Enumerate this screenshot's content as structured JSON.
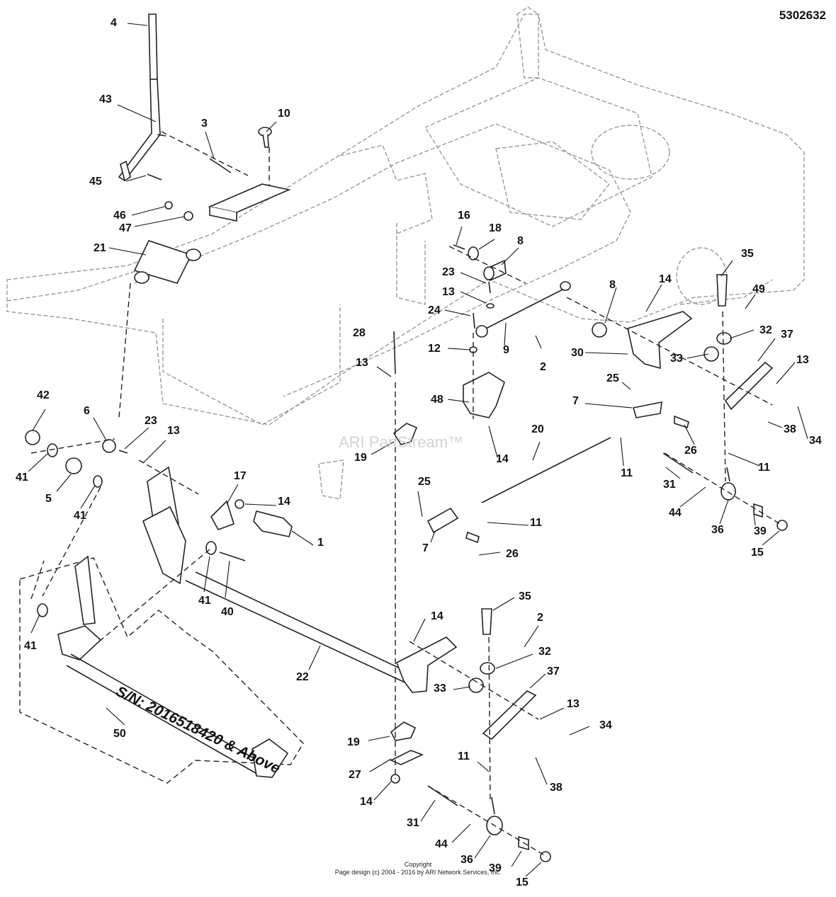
{
  "document_number": "5302632",
  "watermark": "ARI PartStream™",
  "footer": {
    "line1": "Copyright",
    "line2": "Page design (c) 2004 - 2016 by ARI Network Services, Inc."
  },
  "serial_note": "S/N: 2016518420 & Above",
  "callouts": [
    {
      "id": "c4",
      "text": "4"
    },
    {
      "id": "c43",
      "text": "43"
    },
    {
      "id": "c3",
      "text": "3"
    },
    {
      "id": "c10",
      "text": "10"
    },
    {
      "id": "c45",
      "text": "45"
    },
    {
      "id": "c46",
      "text": "46"
    },
    {
      "id": "c47",
      "text": "47"
    },
    {
      "id": "c21",
      "text": "21"
    },
    {
      "id": "c16",
      "text": "16"
    },
    {
      "id": "c18",
      "text": "18"
    },
    {
      "id": "c8a",
      "text": "8"
    },
    {
      "id": "c23a",
      "text": "23"
    },
    {
      "id": "c13a",
      "text": "13"
    },
    {
      "id": "c24",
      "text": "24"
    },
    {
      "id": "c28",
      "text": "28"
    },
    {
      "id": "c12",
      "text": "12"
    },
    {
      "id": "c9",
      "text": "9"
    },
    {
      "id": "c2a",
      "text": "2"
    },
    {
      "id": "c13b",
      "text": "13"
    },
    {
      "id": "c48",
      "text": "48"
    },
    {
      "id": "c19a",
      "text": "19"
    },
    {
      "id": "c14a",
      "text": "14"
    },
    {
      "id": "c35a",
      "text": "35"
    },
    {
      "id": "c8b",
      "text": "8"
    },
    {
      "id": "c14b",
      "text": "14"
    },
    {
      "id": "c49",
      "text": "49"
    },
    {
      "id": "c32a",
      "text": "32"
    },
    {
      "id": "c37a",
      "text": "37"
    },
    {
      "id": "c30",
      "text": "30"
    },
    {
      "id": "c33a",
      "text": "33"
    },
    {
      "id": "c13c",
      "text": "13"
    },
    {
      "id": "c34a",
      "text": "34"
    },
    {
      "id": "c38a",
      "text": "38"
    },
    {
      "id": "c25a",
      "text": "25"
    },
    {
      "id": "c7a",
      "text": "7"
    },
    {
      "id": "c20",
      "text": "20"
    },
    {
      "id": "c26a",
      "text": "26"
    },
    {
      "id": "c11a",
      "text": "11"
    },
    {
      "id": "c11b",
      "text": "11"
    },
    {
      "id": "c31a",
      "text": "31"
    },
    {
      "id": "c44a",
      "text": "44"
    },
    {
      "id": "c36a",
      "text": "36"
    },
    {
      "id": "c39a",
      "text": "39"
    },
    {
      "id": "c15a",
      "text": "15"
    },
    {
      "id": "c42",
      "text": "42"
    },
    {
      "id": "c6",
      "text": "6"
    },
    {
      "id": "c23b",
      "text": "23"
    },
    {
      "id": "c13d",
      "text": "13"
    },
    {
      "id": "c41a",
      "text": "41"
    },
    {
      "id": "c5",
      "text": "5"
    },
    {
      "id": "c41b",
      "text": "41"
    },
    {
      "id": "c17",
      "text": "17"
    },
    {
      "id": "c14c",
      "text": "14"
    },
    {
      "id": "c1",
      "text": "1"
    },
    {
      "id": "c41c",
      "text": "41"
    },
    {
      "id": "c40",
      "text": "40"
    },
    {
      "id": "c25b",
      "text": "25"
    },
    {
      "id": "c11c",
      "text": "11"
    },
    {
      "id": "c7b",
      "text": "7"
    },
    {
      "id": "c26b",
      "text": "26"
    },
    {
      "id": "c41d",
      "text": "41"
    },
    {
      "id": "c22",
      "text": "22"
    },
    {
      "id": "c50",
      "text": "50"
    },
    {
      "id": "c35b",
      "text": "35"
    },
    {
      "id": "c14d",
      "text": "14"
    },
    {
      "id": "c2b",
      "text": "2"
    },
    {
      "id": "c32b",
      "text": "32"
    },
    {
      "id": "c37b",
      "text": "37"
    },
    {
      "id": "c33b",
      "text": "33"
    },
    {
      "id": "c13e",
      "text": "13"
    },
    {
      "id": "c34b",
      "text": "34"
    },
    {
      "id": "c19b",
      "text": "19"
    },
    {
      "id": "c27",
      "text": "27"
    },
    {
      "id": "c14e",
      "text": "14"
    },
    {
      "id": "c11d",
      "text": "11"
    },
    {
      "id": "c38b",
      "text": "38"
    },
    {
      "id": "c31b",
      "text": "31"
    },
    {
      "id": "c44b",
      "text": "44"
    },
    {
      "id": "c36b",
      "text": "36"
    },
    {
      "id": "c39b",
      "text": "39"
    },
    {
      "id": "c15b",
      "text": "15"
    }
  ]
}
